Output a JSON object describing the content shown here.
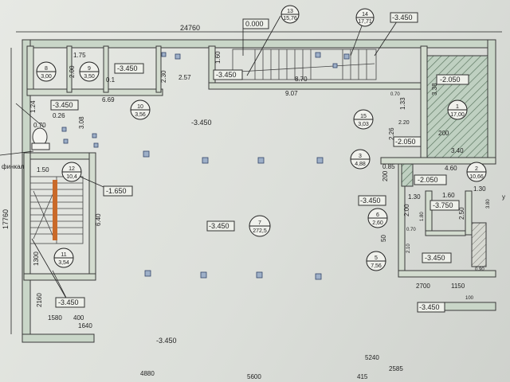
{
  "plan": {
    "dims": {
      "top_overall": "24760",
      "left_overall": "17760",
      "d_1_75": "1.75",
      "d_2_00": "2.00",
      "d_0_1": "0.1",
      "d_2_30": "2.30",
      "d_2_57": "2.57",
      "d_6_69": "6.69",
      "d_1_24": "1.24",
      "d_0_26": "0.26",
      "d_0_70": "0.70",
      "d_3_08": "3.08",
      "d_1_60_top": "1.60",
      "d_8_70": "8.70",
      "d_9_07": "9.07",
      "d_1_33": "1.33",
      "d_3_38": "3.38",
      "d_0_70_b": "0.70",
      "d_2_20": "2.20",
      "d_200": "200",
      "d_3_40": "3.40",
      "d_2_26": "2.26",
      "d_0_85": "0.85",
      "d_4_60": "4.60",
      "d_200_b": "200",
      "d_1_30_a": "1.30",
      "d_1_30_b": "1.30",
      "d_1_60_b": "1.60",
      "d_2_00_b": "2.00",
      "d_1_80": "1.80",
      "d_2_50": "2.50",
      "d_0_70_c": "0.70",
      "d_50": "50",
      "d_2_10": "2.10",
      "d_2700": "2700",
      "d_1150": "1150",
      "d_100": "100",
      "d_0_90": "0.90",
      "d_3_80": "3.80",
      "d_1_50": "1.50",
      "d_6_40": "6.40",
      "d_1300": "1300",
      "d_2160": "2160",
      "d_1580": "1580",
      "d_400": "400",
      "d_1640": "1640",
      "d_4880": "4880",
      "d_5600": "5600",
      "d_5240": "5240",
      "d_2585": "2585",
      "d_415": "415"
    },
    "levels": {
      "l_0000": "0.000",
      "l_3450_a": "-3.450",
      "l_3450_top": "-3.450",
      "l_3450_b": "-3.450",
      "l_3450_c": "-3.450",
      "l_3450_main": "-3.450",
      "l_3450_hall": "-3.450",
      "l_3450_right": "-3.450",
      "l_3450_r5": "-3.450",
      "l_3450_bottom": "-3.450",
      "l_3450_bl": "-3.450",
      "l_3450_bottom2": "-3.450",
      "l_2050_a": "-2.050",
      "l_2050_b": "-2.050",
      "l_2050_c": "-2.050",
      "l_1650": "-1.650",
      "l_3750": "-3.750"
    },
    "rooms": [
      {
        "num": "8",
        "area": "3,00"
      },
      {
        "num": "9",
        "area": "3,50"
      },
      {
        "num": "10",
        "area": "3,56"
      },
      {
        "num": "12",
        "area": "10,4"
      },
      {
        "num": "11",
        "area": "3,54"
      },
      {
        "num": "7",
        "area": "272,5"
      },
      {
        "num": "13",
        "area": "15,76"
      },
      {
        "num": "14",
        "area": "17,71"
      },
      {
        "num": "15",
        "area": "3,03"
      },
      {
        "num": "1",
        "area": "17,00"
      },
      {
        "num": "3",
        "area": "4,88"
      },
      {
        "num": "2",
        "area": "10,66"
      },
      {
        "num": "6",
        "area": "2,60"
      },
      {
        "num": "5",
        "area": "7,56"
      }
    ],
    "notes": {
      "finkal": "финкал",
      "edge_u": "у"
    }
  }
}
